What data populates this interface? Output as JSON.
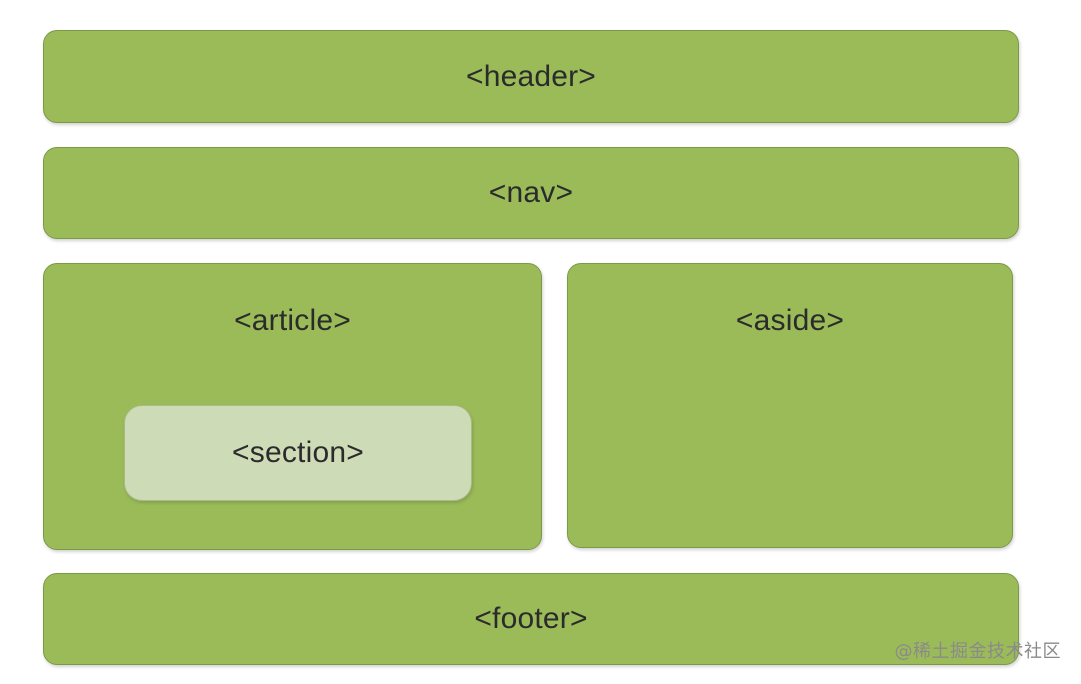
{
  "diagram": {
    "header": "<header>",
    "nav": "<nav>",
    "article": "<article>",
    "section": "<section>",
    "aside": "<aside>",
    "footer": "<footer>"
  },
  "watermark": "@稀土掘金技术社区",
  "colors": {
    "block_fill": "#9bbb59",
    "block_border": "#7b9a48",
    "section_fill": "#cddbb6",
    "text": "#2b2b2b"
  }
}
